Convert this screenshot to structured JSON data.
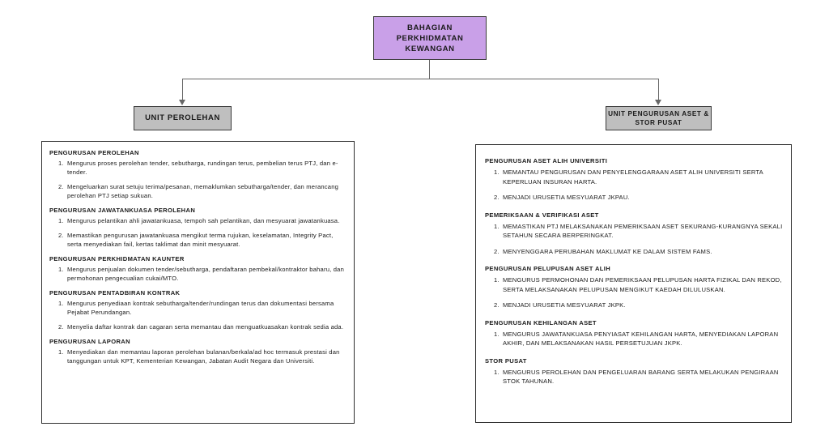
{
  "diagram": {
    "root": {
      "label": "BAHAGIAN PERKHIDMATAN KEWANGAN",
      "color": "#c9a0e8"
    },
    "units": [
      {
        "label": "UNIT PEROLEHAN",
        "color": "#bfbfbf"
      },
      {
        "label": "UNIT PENGURUSAN ASET & STOR PUSAT",
        "color": "#bfbfbf"
      }
    ],
    "connector_color": "#676767",
    "border_color": "#2f2f2f"
  },
  "left_panel": {
    "sections": [
      {
        "title": "PENGURUSAN PEROLEHAN",
        "items": [
          "Mengurus proses perolehan tender, sebutharga, rundingan terus, pembelian terus PTJ, dan e-tender.",
          "Mengeluarkan surat setuju terima/pesanan, memaklumkan sebutharga/tender, dan merancang perolehan PTJ setiap sukuan."
        ]
      },
      {
        "title": "PENGURUSAN JAWATANKUASA PEROLEHAN",
        "items": [
          "Mengurus pelantikan ahli jawatankuasa, tempoh sah pelantikan, dan mesyuarat jawatankuasa.",
          "Memastikan pengurusan jawatankuasa mengikut terma rujukan, keselamatan, Integrity Pact, serta menyediakan fail, kertas taklimat dan minit mesyuarat."
        ]
      },
      {
        "title": "PENGURUSAN PERKHIDMATAN KAUNTER",
        "items": [
          "Mengurus penjualan dokumen tender/sebutharga, pendaftaran pembekal/kontraktor baharu, dan permohonan pengecualian cukai/MTO."
        ]
      },
      {
        "title": "PENGURUSAN PENTADBIRAN KONTRAK",
        "items": [
          "Mengurus penyediaan kontrak sebutharga/tender/rundingan terus dan dokumentasi bersama Pejabat Perundangan.",
          "Menyelia daftar kontrak dan cagaran serta memantau dan menguatkuasakan kontrak sedia ada."
        ]
      },
      {
        "title": "PENGURUSAN LAPORAN",
        "items": [
          "Menyediakan dan memantau laporan perolehan bulanan/berkala/ad hoc termasuk prestasi dan tanggungan untuk KPT, Kementerian Kewangan, Jabatan Audit Negara dan Universiti."
        ]
      }
    ]
  },
  "right_panel": {
    "sections": [
      {
        "title": "PENGURUSAN ASET ALIH UNIVERSITI",
        "items": [
          "MEMANTAU PENGURUSAN DAN PENYELENGGARAAN ASET ALIH UNIVERSITI SERTA KEPERLUAN INSURAN HARTA.",
          "MENJADI URUSETIA MESYUARAT JKPAU."
        ]
      },
      {
        "title": "PEMERIKSAAN & VERIFIKASI ASET",
        "items": [
          "MEMASTIKAN PTJ MELAKSANAKAN PEMERIKSAAN ASET SEKURANG-KURANGNYA SEKALI SETAHUN SECARA BERPERINGKAT.",
          "MENYENGGARA PERUBAHAN MAKLUMAT KE DALAM SISTEM FAMS."
        ]
      },
      {
        "title": "PENGURUSAN PELUPUSAN ASET ALIH",
        "items": [
          "MENGURUS PERMOHONAN DAN PEMERIKSAAN PELUPUSAN HARTA FIZIKAL DAN REKOD, SERTA MELAKSANAKAN PELUPUSAN MENGIKUT KAEDAH DILULUSKAN.",
          "MENJADI URUSETIA MESYUARAT JKPK."
        ]
      },
      {
        "title": "PENGURUSAN KEHILANGAN ASET",
        "items": [
          "MENGURUS JAWATANKUASA PENYIASAT KEHILANGAN HARTA, MENYEDIAKAN LAPORAN AKHIR, DAN MELAKSANAKAN HASIL PERSETUJUAN JKPK."
        ]
      },
      {
        "title": "STOR PUSAT",
        "items": [
          "MENGURUS PEROLEHAN DAN PENGELUARAN BARANG SERTA MELAKUKAN PENGIRAAN STOK TAHUNAN."
        ]
      }
    ]
  }
}
